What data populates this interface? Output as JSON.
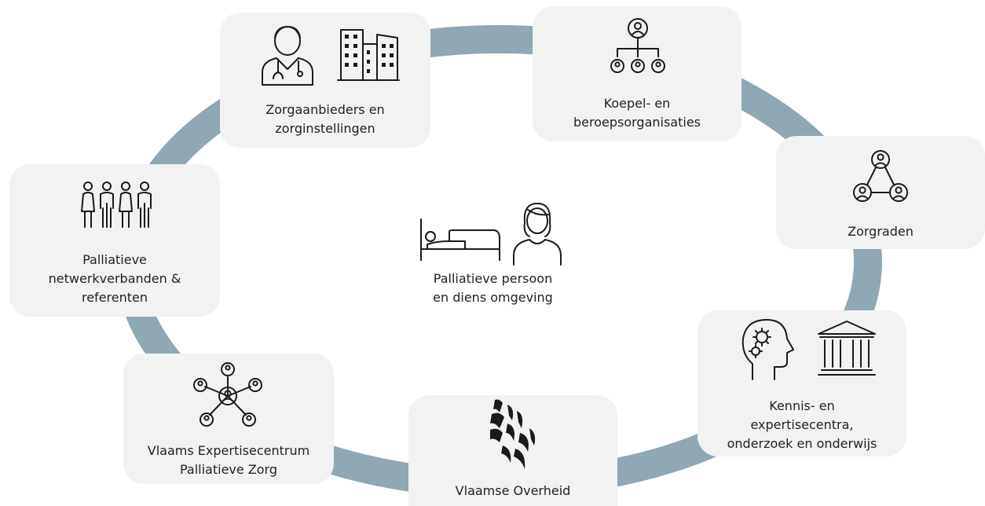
{
  "center": {
    "label_lines": [
      "Palliatieve persoon",
      "en diens omgeving"
    ],
    "icons": [
      "bed-icon",
      "woman-icon"
    ]
  },
  "nodes": {
    "providers": {
      "label_lines": [
        "Zorgaanbieders en",
        "zorginstellingen"
      ],
      "icons": [
        "doctor-icon",
        "buildings-icon"
      ]
    },
    "umbrella": {
      "label_lines": [
        "Koepel- en",
        "beroepsorganisaties"
      ],
      "icons": [
        "org-hierarchy-icon"
      ]
    },
    "councils": {
      "label_lines": [
        "Zorgraden"
      ],
      "icons": [
        "people-network-icon"
      ]
    },
    "knowledge": {
      "label_lines": [
        "Kennis- en",
        "expertisecentra,",
        "onderzoek en onderwijs"
      ],
      "icons": [
        "head-gears-icon",
        "institution-icon"
      ]
    },
    "government": {
      "label_lines": [
        "Vlaamse Overheid"
      ],
      "icons": [
        "flemish-lion-logo"
      ]
    },
    "expertise": {
      "label_lines": [
        "Vlaams Expertisecentrum",
        "Palliatieve Zorg"
      ],
      "icons": [
        "hub-network-icon"
      ]
    },
    "networks": {
      "label_lines": [
        "Palliatieve",
        "netwerkverbanden &",
        "referenten"
      ],
      "icons": [
        "group-people-icon"
      ]
    }
  },
  "colors": {
    "ring": "#8fa8b3",
    "card": "#f2f2f2",
    "text": "#222222"
  }
}
